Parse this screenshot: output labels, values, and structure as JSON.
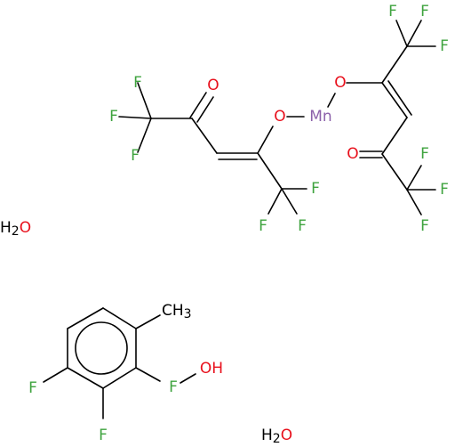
{
  "colors": {
    "bond": "#000000",
    "fluorine": "#3fa33f",
    "oxygen": "#e8101c",
    "manganese": "#8c61aa",
    "carbon": "#000000"
  },
  "atoms": {
    "mn": "Mn",
    "o_left_enol": "O",
    "o_left_keto": "O",
    "o_right_enol": "O",
    "o_right_keto": "O",
    "f_l1": "F",
    "f_l2": "F",
    "f_l3": "F",
    "f_l4": "F",
    "f_l5": "F",
    "f_l6": "F",
    "f_r1": "F",
    "f_r2": "F",
    "f_r3": "F",
    "f_r4": "F",
    "f_r5": "F",
    "f_r6": "F",
    "f_ring1": "F",
    "f_ring2": "F",
    "f_ring3": "F",
    "oh": "OH",
    "ch3_c": "CH",
    "ch3_sub": "3"
  },
  "water": [
    {
      "h": "H",
      "sub": "2",
      "o": "O"
    },
    {
      "h": "H",
      "sub": "2",
      "o": "O"
    }
  ]
}
